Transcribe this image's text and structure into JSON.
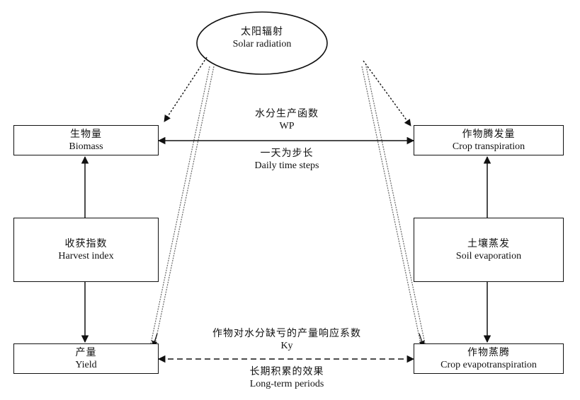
{
  "sun": {
    "zh": "太阳辐射",
    "en": "Solar radiation"
  },
  "biomass": {
    "zh": "生物量",
    "en": "Biomass"
  },
  "harvest_index": {
    "zh": "收获指数",
    "en": "Harvest index"
  },
  "yield": {
    "zh": "产量",
    "en": "Yield"
  },
  "transpiration": {
    "zh": "作物腾发量",
    "en": "Crop transpiration"
  },
  "soil_evaporation": {
    "zh": "土壤蒸发",
    "en": "Soil evaporation"
  },
  "evapotranspiration": {
    "zh": "作物蒸腾",
    "en": "Crop evapotranspiration"
  },
  "wp_link": {
    "zh": "水分生产函数",
    "en": "WP"
  },
  "daily_steps": {
    "zh": "一天为步长",
    "en": "Daily time steps"
  },
  "ky_link": {
    "zh": "作物对水分缺亏的产量响应系数",
    "en": "Ky"
  },
  "long_term": {
    "zh": "长期积累的效果",
    "en": "Long-term periods"
  },
  "colors": {
    "line": "#111111",
    "background": "#ffffff"
  }
}
